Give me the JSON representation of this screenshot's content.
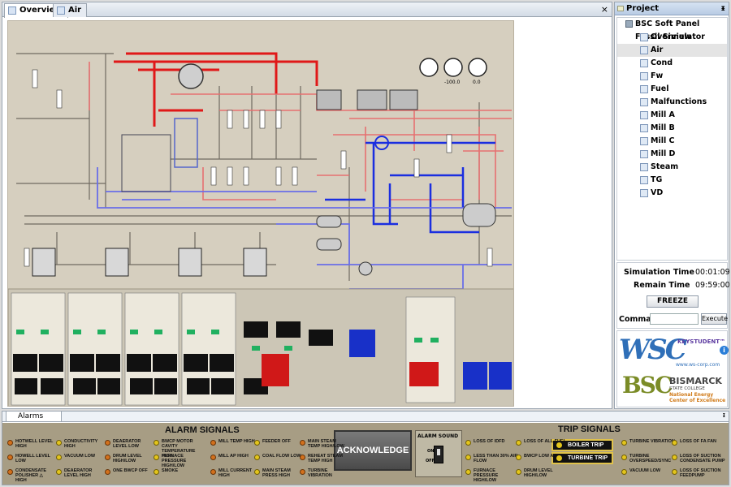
{
  "tabs": [
    {
      "label": "Overview",
      "active": true
    },
    {
      "label": "Air",
      "active": false
    }
  ],
  "tab_close": "×",
  "project": {
    "title": "Project",
    "pin": "ᵻ",
    "root": "BSC Soft Panel Fossil Simulator",
    "items": [
      "Overview",
      "Air",
      "Cond",
      "Fw",
      "Fuel",
      "Malfunctions",
      "Mill A",
      "Mill B",
      "Mill C",
      "Mill D",
      "Steam",
      "TG",
      "VD"
    ],
    "selected": "Air"
  },
  "sim": {
    "sim_time_label": "Simulation Time",
    "sim_time": "00:01:09",
    "remain_label": "Remain Time",
    "remain_time": "09:59:00",
    "freeze_label": "FREEZE",
    "command_label": "Command:",
    "command_value": "",
    "execute_label": "Execute"
  },
  "logos": {
    "wsc": "WSC",
    "keystudent": "KEYSTUDENT™",
    "ws_url": "www.ws-corp.com",
    "bsc": "BSC",
    "bismarck": "BISMARCK",
    "state_college": "STATE COLLEGE",
    "nec1": "National Energy",
    "nec2": "Center of Excellence"
  },
  "schematic": {
    "gauge_readouts": [
      "-100.0",
      "0.0"
    ]
  },
  "alarms": {
    "tab_label": "Alarms",
    "pin": "ᵻ",
    "alarm_title": "ALARM SIGNALS",
    "trip_title": "TRIP SIGNALS",
    "acknowledge": "ACKNOWLEDGE",
    "alarm_sound": "ALARM SOUND",
    "sound_on": "ON",
    "sound_off": "OFF",
    "alarm_items": [
      "HOTWELL LEVEL HIGH",
      "HOWELL LEVEL LOW",
      "CONDENSATE POLISHER △ HIGH",
      "CONDUCTIVITY HIGH",
      "VACUUM LOW",
      "DEAERATOR LEVEL HIGH",
      "DEAERATOR LEVEL LOW",
      "DRUM LEVEL HIGH/LOW",
      "ONE BWCP OFF",
      "BWCP MOTOR CAVITY TEMPERATURE HIGH",
      "FURNACE PRESSURE HIGH/LOW",
      "SMOKE",
      "MILL TEMP HIGH",
      "MILL AP HIGH",
      "MILL CURRENT HIGH",
      "FEEDER OFF",
      "COAL FLOW LOW",
      "MAIN STEAM PRESS HIGH",
      "MAIN STEAM TEMP HIGH/LOW",
      "REHEAT STEAM TEMP HIGH",
      "TURBINE VIBRATION"
    ],
    "trip_items": [
      "LOSS OF IDFD",
      "LESS THAN 30% AIR FLOW",
      "FURNACE PRESSURE HIGH/LOW",
      "LOSS OF ALL FUEL",
      "BWCP LOW AP",
      "DRUM LEVEL HIGH/LOW",
      "TURBINE VIBRATION",
      "TURBINE OVERSPEED/SYNC",
      "VACUUM LOW",
      "LOSS OF FA FAN",
      "LOSS OF SUCTION CONDENSATE PUMP",
      "LOSS OF SUCTION FEEDPUMP"
    ],
    "boiler_trip": "BOILER TRIP",
    "turbine_trip": "TURBINE TRIP"
  }
}
